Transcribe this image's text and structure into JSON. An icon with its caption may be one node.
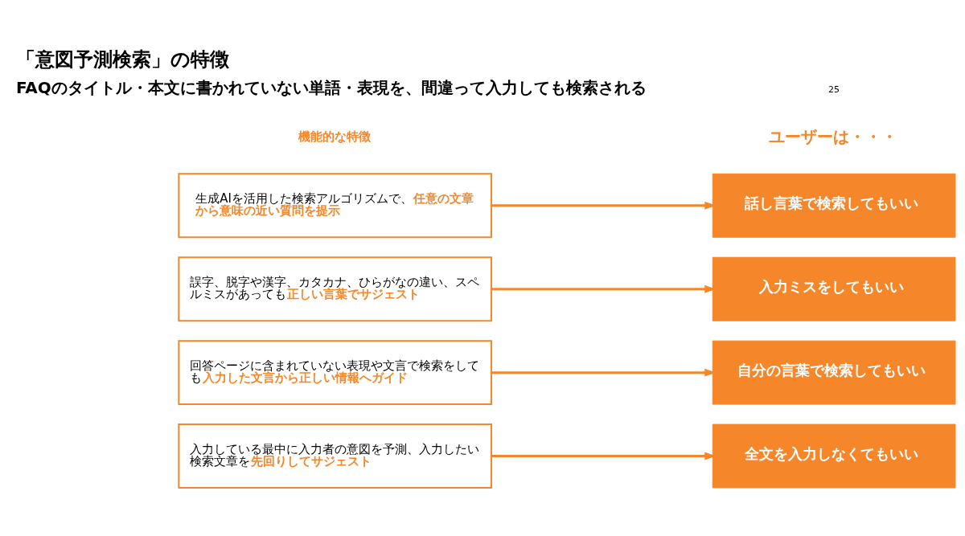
{
  "diagram": {
    "title": "「意図予測検索」の特徴",
    "nodes": [
      {
        "text": [
          "入力している最中に入力者の意図を予測、入力したい検索文章を**先回りしてサジェスト**"
        ]
      },
      {
        "text": [
          "回答ページに含まれていない表現や文言で検索をしても**入力した文言から正しい情報へガイド**"
        ]
      },
      {
        "text": [
          "誤字、脱字や漢字、カタカナ、ひらがなの違い、スペルミスがあっても**正しい言葉でサジェスト**"
        ]
      },
      {
        "text": [
          "生成AIを活用した検索アルゴリズムで、**任意の文章から意味の近い質問を提示**"
        ]
      },
      {
        "text": [
          "全文を入力しなくてもいい"
        ]
      },
      {
        "text": [
          "自分の言葉で検索してもいい"
        ]
      },
      {
        "text": [
          "入力ミスをしてもいい"
        ]
      },
      {
        "text": [
          "話し言葉で検索してもいい"
        ]
      }
    ],
    "edges": [
      {
        "from": 0,
        "to": 4,
        "arrow": "to"
      },
      {
        "from": 1,
        "to": 5,
        "arrow": "to"
      },
      {
        "from": 2,
        "to": 6,
        "arrow": "to"
      },
      {
        "from": 3,
        "to": 7,
        "arrow": "to"
      }
    ],
    "labels": [
      "機能的な特徴",
      "ユーザーは・・・",
      "FAQのタイトル・本文に書かれていない単語・表現を、間違って入力しても検索される",
      "25"
    ]
  }
}
